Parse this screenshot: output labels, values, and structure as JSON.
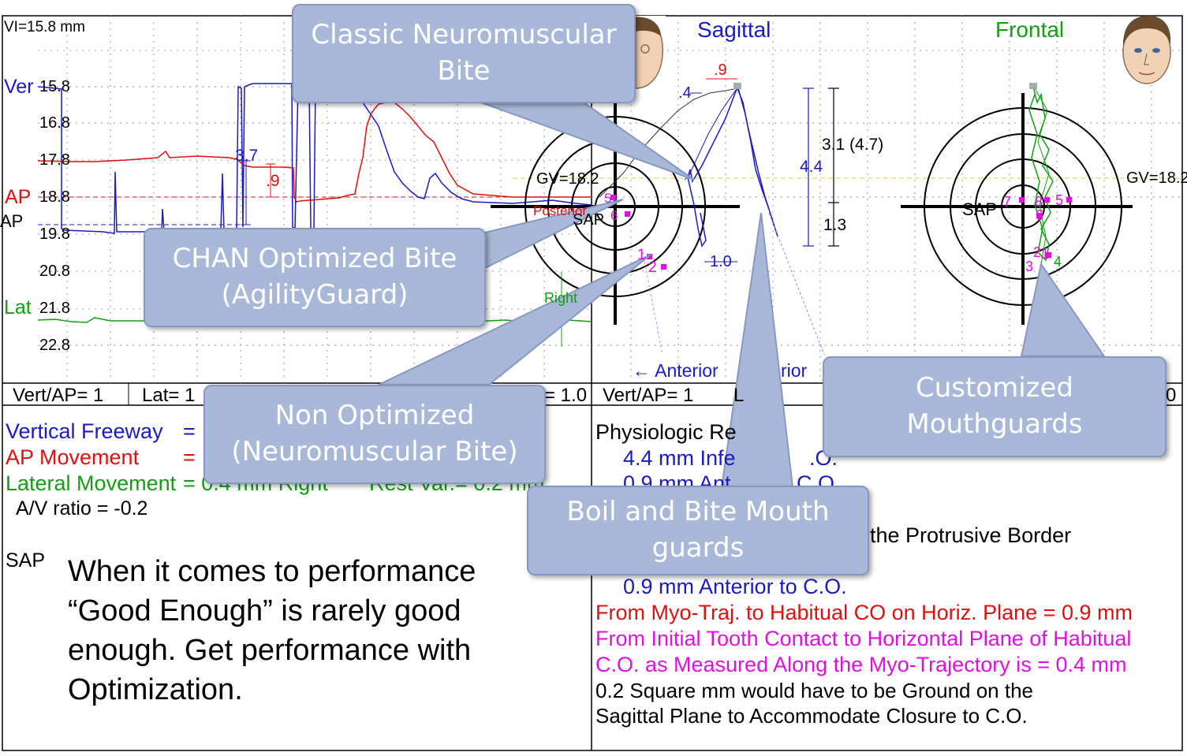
{
  "top_left": {
    "vi_label": "VI=15.8 mm",
    "channels": [
      {
        "name": "Ver",
        "color": "#1a1ac8"
      },
      {
        "name": "AP",
        "color": "#e01010"
      },
      {
        "name": "Lat",
        "color": "#10a010"
      }
    ],
    "ap_left_label": "AP",
    "y_ticks": [
      "15.8",
      "16.8",
      "17.8",
      "18.8",
      "19.8",
      "20.8",
      "21.8",
      "22.8"
    ],
    "annot_3_7": "3.7",
    "annot_9": ".9"
  },
  "sagittal": {
    "title": "Sagittal",
    "gv": "GV=18.2",
    "sap": "SAP",
    "posterior": "Posterior",
    "right": "Right",
    "anterior_left": "← Anterior",
    "anterior_right": "rior",
    "dim_top": ".9",
    "dim_small": ".4",
    "dim_bottom": "1.0",
    "v_total": "4.4",
    "v_upper": "3.1 (4.7)",
    "v_lower": "1.3",
    "pt1": "1",
    "pt2": "2",
    "pt3": "5",
    "pt4": "6"
  },
  "frontal": {
    "title": "Frontal",
    "gv": "GV=18.2",
    "sap": "SAP",
    "pts": [
      "7",
      "8",
      "5",
      "6",
      "2",
      "3",
      "1",
      "4"
    ]
  },
  "scale_row": {
    "vert_ap_left": "Vert/AP= 1",
    "lat_left": "Lat= 1",
    "right_val_left": "= 1.0",
    "vert_ap_right": "Vert/AP= 1",
    "l_right": "L",
    "right_val_right": "0"
  },
  "measurements": {
    "vertical_freeway": "Vertical Freeway",
    "ap_movement": "AP Movement",
    "lateral_movement": "Lateral Movement",
    "eq": "=",
    "lateral_value": "= 0.4 mm Right",
    "rest_var": "Rest Var.= 0.2 mm",
    "av_ratio": "A/V ratio = -0.2",
    "sap": "SAP"
  },
  "physiologic": {
    "heading": "Physiologic Re",
    "line1_a": "4.4 mm Infe",
    "line1_b": ".O.",
    "line2_a": "0.9 mm Ant",
    "line2_b": "C.O.",
    "protrusive": "the Protrusive Border",
    "anterior": "0.9 mm Anterior to C.O.",
    "red_line": "From Myo-Traj. to Habitual CO on Horiz. Plane =  0.9 mm",
    "magenta_1": "From Initial Tooth Contact to Horizontal Plane of Habitual",
    "magenta_2": "C.O. as Measured Along the Myo-Trajectory is = 0.4 mm",
    "black_1": "0.2  Square mm would have to be Ground on the",
    "black_2": "Sagittal Plane to Accommodate Closure to C.O."
  },
  "paragraph": "When it comes to performance “Good Enough” is rarely good enough. Get performance with Optimization.",
  "callouts": {
    "classic": [
      "Classic Neuromuscular",
      "Bite"
    ],
    "chan": [
      "CHAN Optimized Bite",
      "(AgilityGuard)"
    ],
    "non": [
      "Non Optimized",
      "(Neuromuscular Bite)"
    ],
    "boil": [
      "Boil and Bite Mouth",
      "guards"
    ],
    "custom": [
      "Customized Mouthguards"
    ]
  },
  "colors": {
    "blue": "#1a1ac8",
    "red": "#e01010",
    "green": "#10a010",
    "magenta": "#e010e0",
    "callout": "#a9b8d8"
  }
}
